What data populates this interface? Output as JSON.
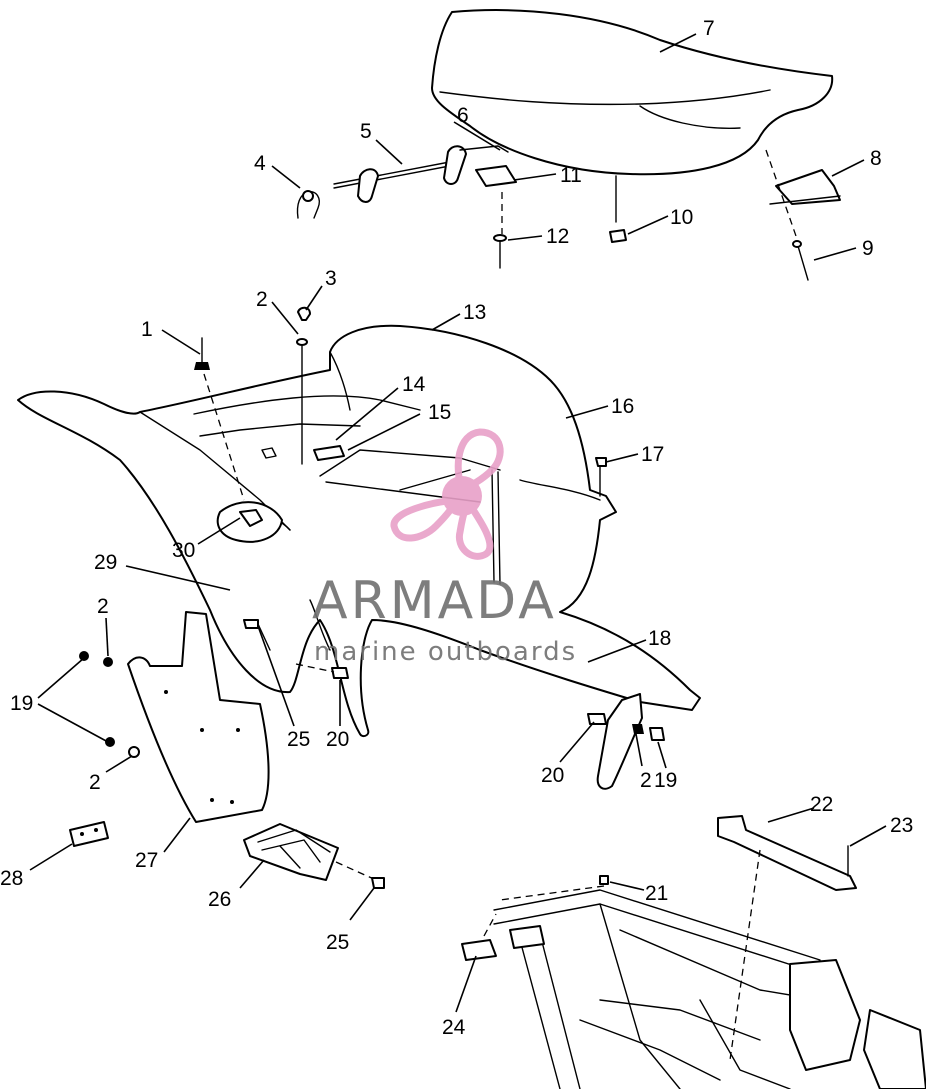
{
  "watermark": {
    "brand": "ARMADA",
    "tagline": "marine outboards",
    "logo_icon": "propeller-icon",
    "colors": {
      "logo": "#e8a0c8",
      "text": "#6f6f6f"
    }
  },
  "callouts": [
    {
      "id": "c1",
      "label": "1"
    },
    {
      "id": "c2a",
      "label": "2"
    },
    {
      "id": "c3",
      "label": "3"
    },
    {
      "id": "c4",
      "label": "4"
    },
    {
      "id": "c5",
      "label": "5"
    },
    {
      "id": "c6",
      "label": "6"
    },
    {
      "id": "c7",
      "label": "7"
    },
    {
      "id": "c8",
      "label": "8"
    },
    {
      "id": "c9",
      "label": "9"
    },
    {
      "id": "c10",
      "label": "10"
    },
    {
      "id": "c11",
      "label": "11"
    },
    {
      "id": "c12",
      "label": "12"
    },
    {
      "id": "c13",
      "label": "13"
    },
    {
      "id": "c14",
      "label": "14"
    },
    {
      "id": "c15",
      "label": "15"
    },
    {
      "id": "c16",
      "label": "16"
    },
    {
      "id": "c17",
      "label": "17"
    },
    {
      "id": "c29",
      "label": "29"
    },
    {
      "id": "c30",
      "label": "30"
    },
    {
      "id": "c2b",
      "label": "2"
    },
    {
      "id": "c19a",
      "label": "19"
    },
    {
      "id": "c2c",
      "label": "2"
    },
    {
      "id": "c25a",
      "label": "25"
    },
    {
      "id": "c20a",
      "label": "20"
    },
    {
      "id": "c18",
      "label": "18"
    },
    {
      "id": "c20b",
      "label": "20"
    },
    {
      "id": "c2d",
      "label": "2"
    },
    {
      "id": "c19b",
      "label": "19"
    },
    {
      "id": "c22",
      "label": "22"
    },
    {
      "id": "c23",
      "label": "23"
    },
    {
      "id": "c28",
      "label": "28"
    },
    {
      "id": "c27",
      "label": "27"
    },
    {
      "id": "c26",
      "label": "26"
    },
    {
      "id": "c25b",
      "label": "25"
    },
    {
      "id": "c21",
      "label": "21"
    },
    {
      "id": "c24",
      "label": "24"
    }
  ]
}
